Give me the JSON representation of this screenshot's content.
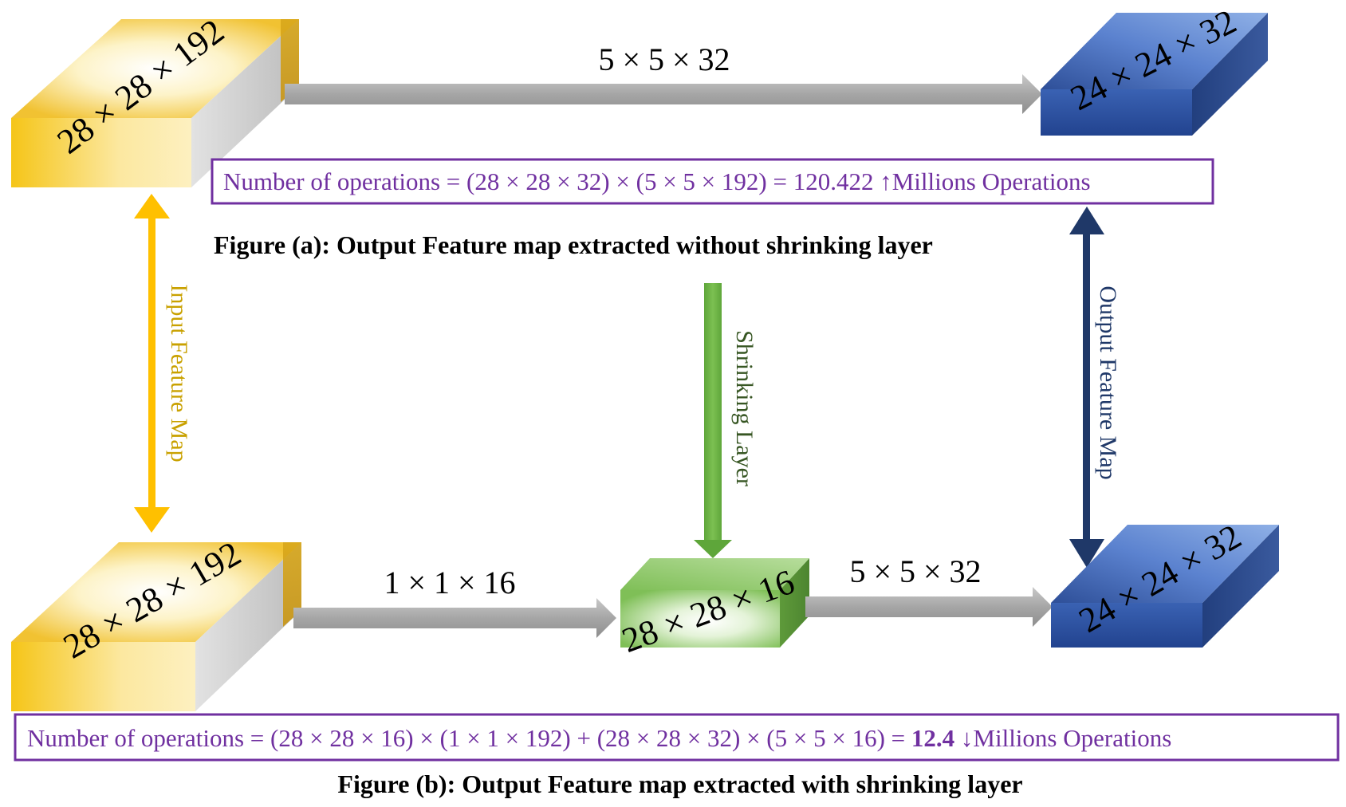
{
  "figure_a": {
    "input_block_dims": "28 × 28 × 192",
    "conv_label": "5 × 5 × 32",
    "output_block_dims": "24 × 24 × 32",
    "formula": "Number of operations = (28 × 28 × 32) × (5 × 5 × 192) = 120.422 ↑Millions Operations",
    "caption": "Figure (a): Output Feature map extracted without shrinking layer"
  },
  "figure_b": {
    "input_block_dims": "28 × 28 × 192",
    "shrink_conv_label": "1 × 1 × 16",
    "shrunk_block_dims": "28 × 28 × 16",
    "conv_label": "5 × 5 × 32",
    "output_block_dims": "24 × 24 × 32",
    "formula_prefix": "Number of operations = (28 × 28 × 16) × (1 × 1 × 192) + (28 × 28 × 32) × (5 × 5 × 16) = ",
    "formula_value": "12.4",
    "formula_suffix": " ↓Millions Operations",
    "caption": "Figure (b): Output Feature map extracted with shrinking layer"
  },
  "labels": {
    "input_feature_map": "Input Feature Map",
    "shrinking_layer": "Shrinking Layer",
    "output_feature_map": "Output Feature Map"
  },
  "colors": {
    "input_block": "#F5C518",
    "output_block": "#3B5FA8",
    "shrink_block": "#70AD47",
    "formula_text": "#7030A0",
    "input_arrow": "#FFC000",
    "shrinking_arrow": "#70AD47",
    "output_arrow": "#1F3868",
    "flow_arrow": "#A6A6A6"
  }
}
